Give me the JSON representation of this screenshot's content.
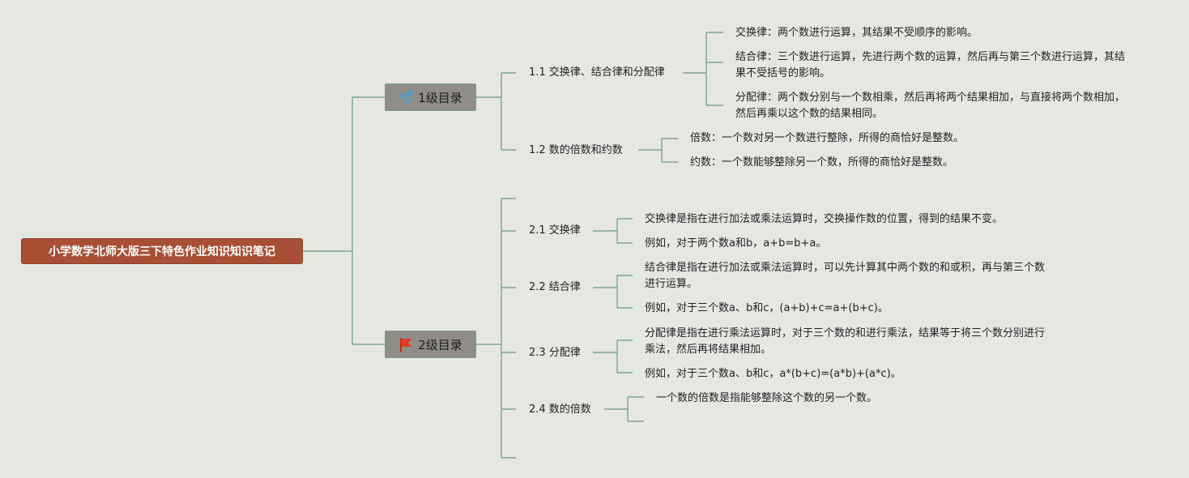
{
  "root": {
    "title": "小学数学北师大版三下特色作业知识知识笔记"
  },
  "branches": [
    {
      "label": "1级目录",
      "icon": "paper-plane-icon"
    },
    {
      "label": "2级目录",
      "icon": "red-flag-icon"
    }
  ],
  "topics": [
    {
      "label": "1.1 交换律、结合律和分配律"
    },
    {
      "label": "1.2 数的倍数和约数"
    },
    {
      "label": "2.1 交换律"
    },
    {
      "label": "2.2 结合律"
    },
    {
      "label": "2.3 分配律"
    },
    {
      "label": "2.4 数的倍数"
    }
  ],
  "leaves": [
    {
      "text": "交换律：两个数进行运算，其结果不受顺序的影响。"
    },
    {
      "text": "结合律：三个数进行运算，先进行两个数的运算，然后再与第三个数进行运算，其结果不受括号的影响。"
    },
    {
      "text": "分配律：两个数分别与一个数相乘，然后再将两个结果相加，与直接将两个数相加，然后再乘以这个数的结果相同。"
    },
    {
      "text": "倍数：一个数对另一个数进行整除，所得的商恰好是整数。"
    },
    {
      "text": "约数：一个数能够整除另一个数，所得的商恰好是整数。"
    },
    {
      "text": "交换律是指在进行加法或乘法运算时，交换操作数的位置，得到的结果不变。"
    },
    {
      "text": "例如，对于两个数a和b，a+b=b+a。"
    },
    {
      "text": "结合律是指在进行加法或乘法运算时，可以先计算其中两个数的和或积，再与第三个数进行运算。"
    },
    {
      "text": "例如，对于三个数a、b和c，(a+b)+c=a+(b+c)。"
    },
    {
      "text": "分配律是指在进行乘法运算时，对于三个数的和进行乘法，结果等于将三个数分别进行乘法，然后再将结果相加。"
    },
    {
      "text": "例如，对于三个数a、b和c，a*(b+c)=(a*b)+(a*c)。"
    },
    {
      "text": "一个数的倍数是指能够整除这个数的另一个数。"
    }
  ],
  "colors": {
    "root": "#a84f36",
    "branch": "#8f8d86",
    "line": "#7aa697",
    "background": "#e6e7e3"
  }
}
